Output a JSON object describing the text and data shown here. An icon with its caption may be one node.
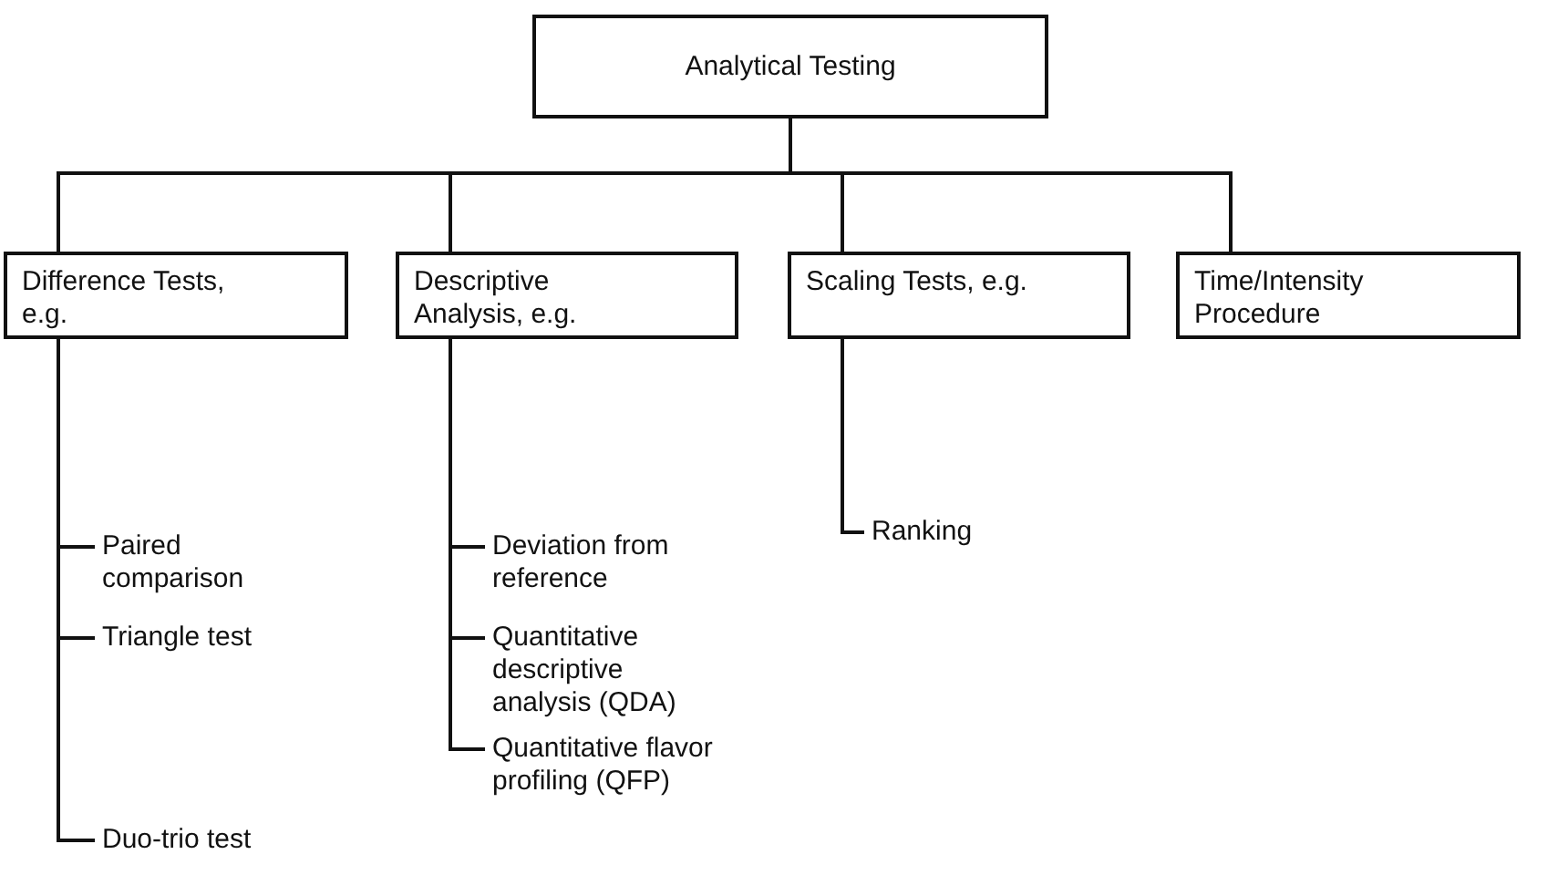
{
  "diagram": {
    "nodes": [
      {
        "text": [
          "Analytical Testing"
        ]
      },
      {
        "text": [
          "Difference Tests, e.g."
        ]
      },
      {
        "text": [
          "Descriptive Analysis, e.g."
        ]
      },
      {
        "text": [
          "Scaling Tests, e.g."
        ]
      },
      {
        "text": [
          "Time/Intensity Procedure"
        ]
      },
      {
        "text": [
          "Paired comparison"
        ]
      },
      {
        "text": [
          "Triangle test"
        ]
      },
      {
        "text": [
          "Duo-trio test"
        ]
      },
      {
        "text": [
          "Deviation from reference"
        ]
      },
      {
        "text": [
          "Quantitative descriptive analysis (QDA)"
        ]
      },
      {
        "text": [
          "Quantitative flavor profiling (QFP)"
        ]
      },
      {
        "text": [
          "Ranking"
        ]
      }
    ],
    "edges": [
      {
        "from": 0,
        "to": 1,
        "arrow": "none"
      },
      {
        "from": 0,
        "to": 2,
        "arrow": "none"
      },
      {
        "from": 0,
        "to": 3,
        "arrow": "none"
      },
      {
        "from": 0,
        "to": 4,
        "arrow": "none"
      },
      {
        "from": 1,
        "to": 5,
        "arrow": "none"
      },
      {
        "from": 1,
        "to": 6,
        "arrow": "none"
      },
      {
        "from": 1,
        "to": 7,
        "arrow": "none"
      },
      {
        "from": 2,
        "to": 8,
        "arrow": "none"
      },
      {
        "from": 2,
        "to": 9,
        "arrow": "none"
      },
      {
        "from": 2,
        "to": 10,
        "arrow": "none"
      },
      {
        "from": 3,
        "to": 11,
        "arrow": "none"
      }
    ]
  }
}
